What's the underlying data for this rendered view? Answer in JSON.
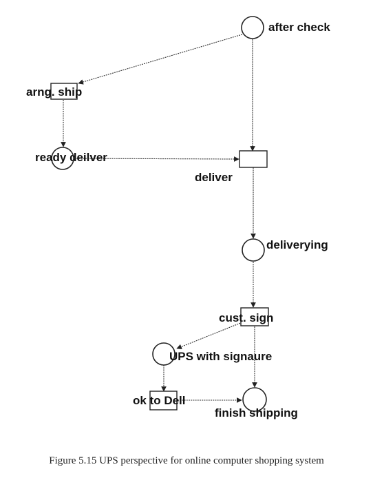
{
  "diagram": {
    "places": {
      "after_check": "after check",
      "ready_deilver": "ready deilver",
      "deliverying": "deliverying",
      "ups_with_signaure": "UPS with signaure",
      "finish_shipping": "finish shipping"
    },
    "transitions": {
      "arng_ship": "arng. ship",
      "deliver": "deliver",
      "cust_sign": "cust. sign",
      "ok_to_dell": "ok to Dell"
    }
  },
  "caption": "Figure 5.15 UPS perspective for online computer shopping system"
}
